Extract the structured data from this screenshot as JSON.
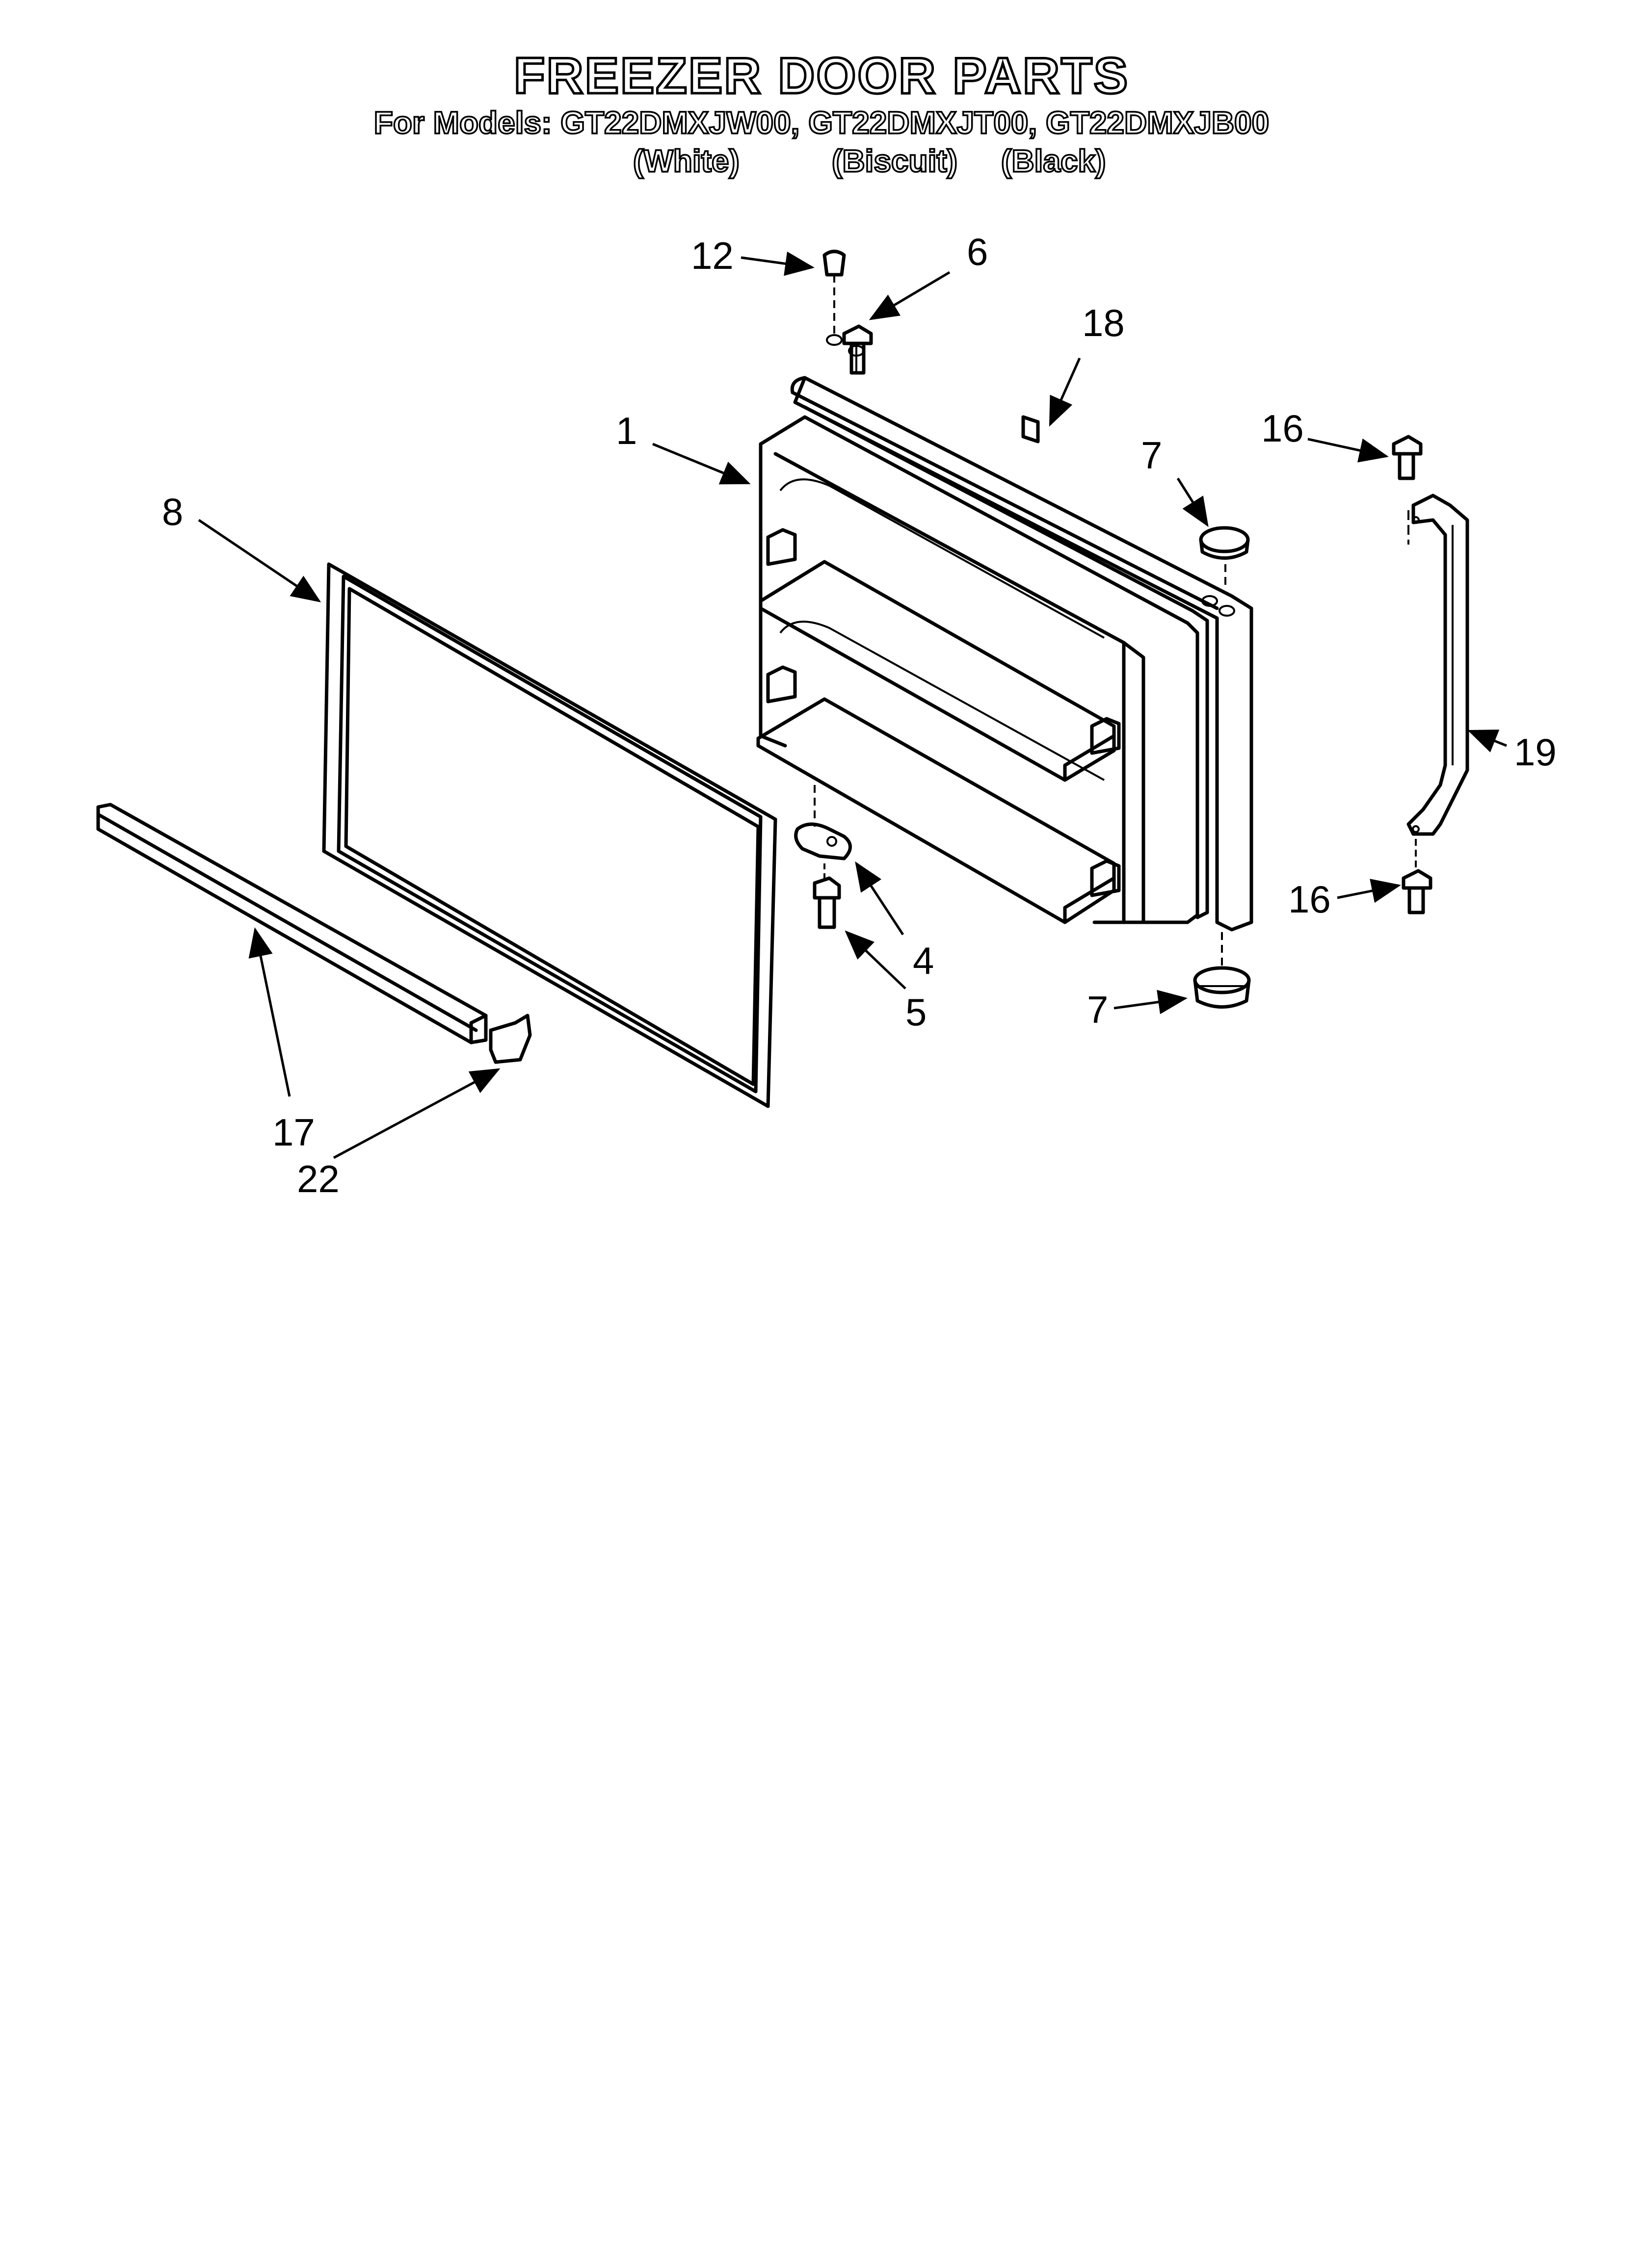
{
  "header": {
    "title": "FREEZER DOOR PARTS",
    "models_line": "For Models: GT22DMXJW00, GT22DMXJT00, GT22DMXJB00",
    "colors": [
      "(White)",
      "(Biscuit)",
      "(Black)"
    ]
  },
  "callouts": {
    "c12": "12",
    "c6": "6",
    "c18": "18",
    "c1": "1",
    "c7_top": "7",
    "c16_top": "16",
    "c8": "8",
    "c19": "19",
    "c16_bottom": "16",
    "c4": "4",
    "c5": "5",
    "c7_bottom": "7",
    "c17": "17",
    "c22": "22"
  }
}
